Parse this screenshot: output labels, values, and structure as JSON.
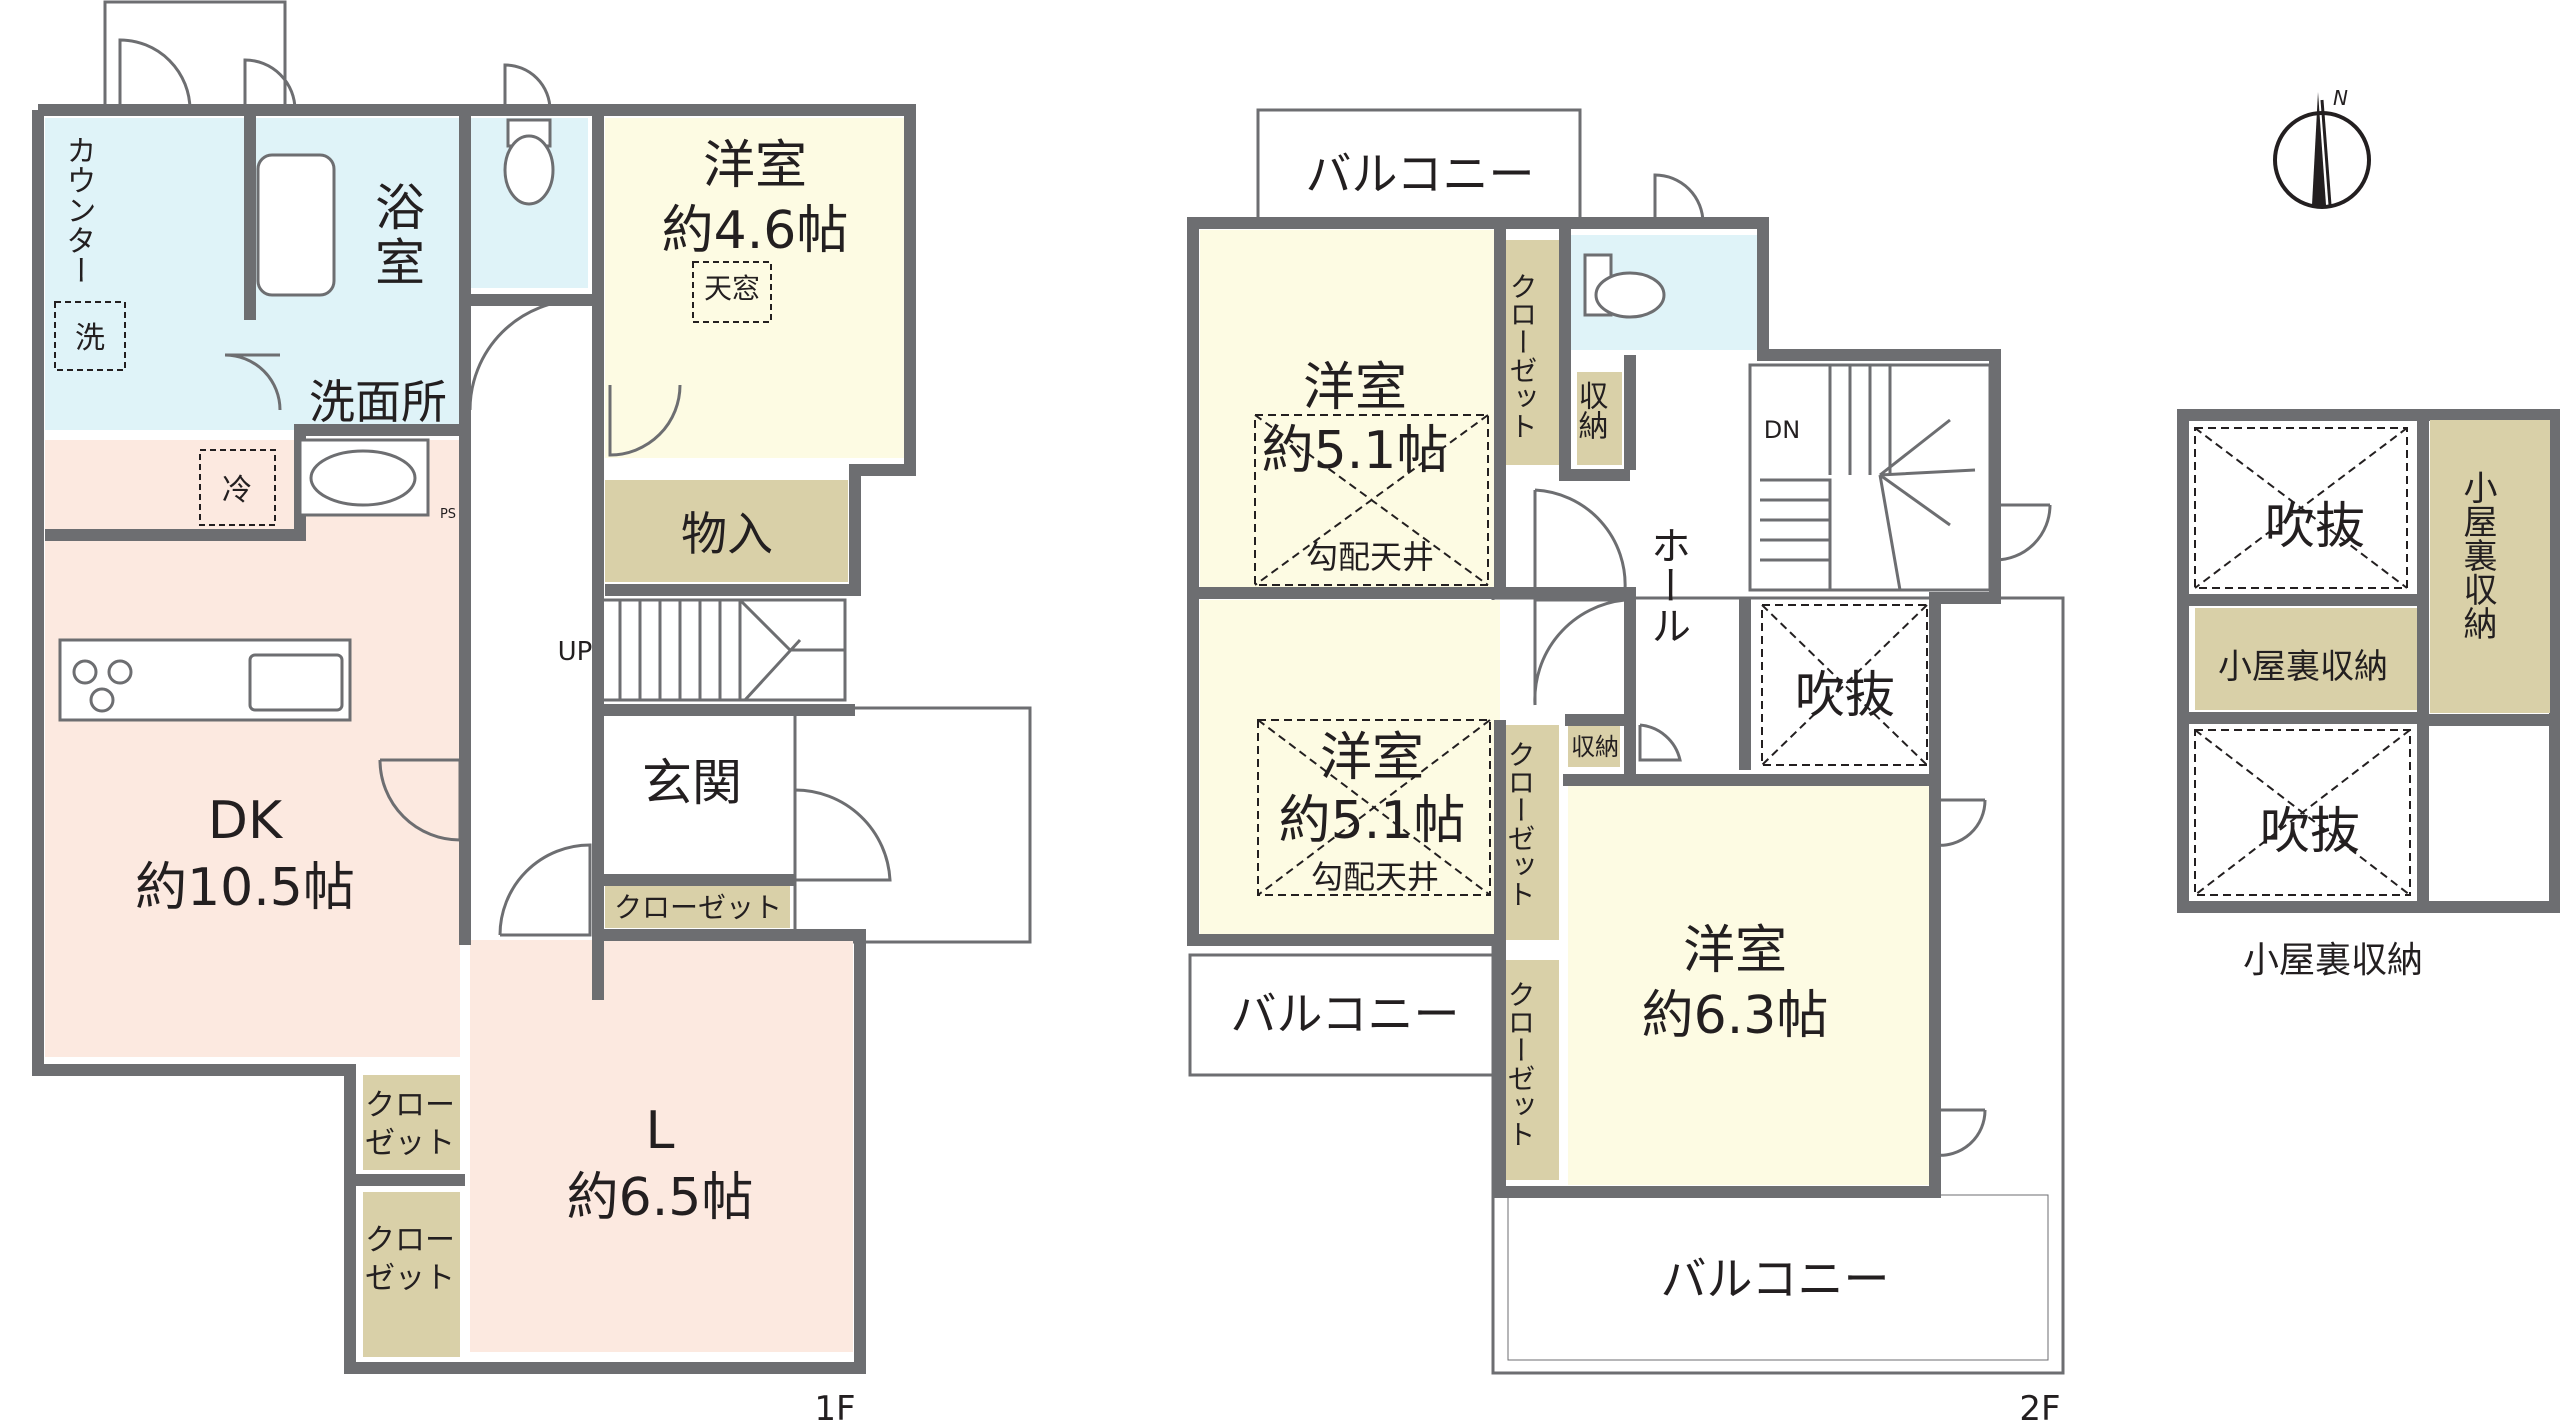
{
  "floor1": {
    "label": "1F",
    "dk": {
      "name": "DK",
      "size": "約10.5帖"
    },
    "living": {
      "name": "L",
      "size": "約6.5帖"
    },
    "western_room": {
      "name": "洋室",
      "size": "約4.6帖",
      "skylight": "天窓"
    },
    "bath": {
      "line1": "浴",
      "line2": "室"
    },
    "washroom": "洗面所",
    "counter": "カウンター",
    "washer": "洗",
    "fridge": "冷",
    "ps": "PS",
    "storage": "物入",
    "entrance": "玄関",
    "entrance_closet": "クローゼット",
    "closet_a": {
      "line1": "クロー",
      "line2": "ゼット"
    },
    "closet_b": {
      "line1": "クロー",
      "line2": "ゼット"
    },
    "up": "UP"
  },
  "floor2": {
    "label": "2F",
    "room_nw": {
      "name": "洋室",
      "size": "約5.1帖",
      "ceiling": "勾配天井"
    },
    "room_w": {
      "name": "洋室",
      "size": "約5.1帖",
      "ceiling": "勾配天井"
    },
    "room_se": {
      "name": "洋室",
      "size": "約6.3帖"
    },
    "closet_1": "クローゼット",
    "closet_2": "クローゼット",
    "closet_3": "クローゼット",
    "storage_1": "収納",
    "storage_2": "収納",
    "hall": "ホール",
    "void": "吹抜",
    "down": "DN",
    "balcony_top": "バルコニー",
    "balcony_mid": "バルコニー",
    "balcony_bottom": "バルコニー"
  },
  "attic": {
    "label": "小屋裏収納",
    "void_top": "吹抜",
    "void_bottom": "吹抜",
    "storage_side": "小屋裏収納",
    "storage_mid": "小屋裏収納"
  },
  "compass": {
    "north": "N"
  },
  "colors": {
    "wall": "#6d6e71",
    "water": "#dff3f8",
    "dk": "#fce9e0",
    "western": "#fdfbe3",
    "storage": "#d9d0a8",
    "text": "#231f20"
  }
}
